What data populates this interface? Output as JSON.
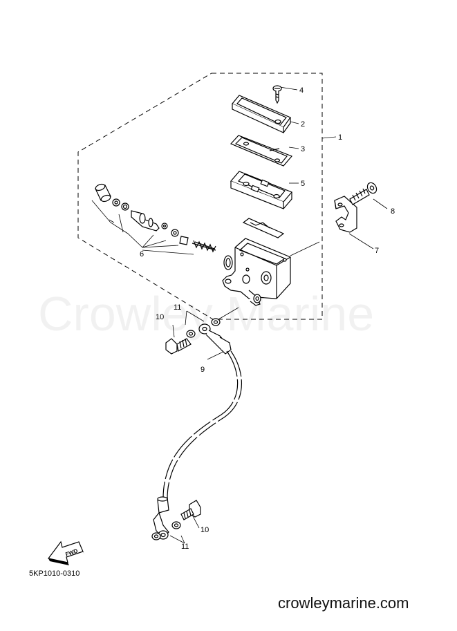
{
  "diagram": {
    "part_code": "5KP1010-0310",
    "watermark": "Crowley Marine",
    "site": "crowleymarine.com",
    "fwd_label": "FWD",
    "callouts": {
      "c1": "1",
      "c2": "2",
      "c3": "3",
      "c4": "4",
      "c5": "5",
      "c6": "6",
      "c7": "7",
      "c8": "8",
      "c9": "9",
      "c10a": "10",
      "c10b": "10",
      "c11a": "11",
      "c11b": "11"
    }
  }
}
